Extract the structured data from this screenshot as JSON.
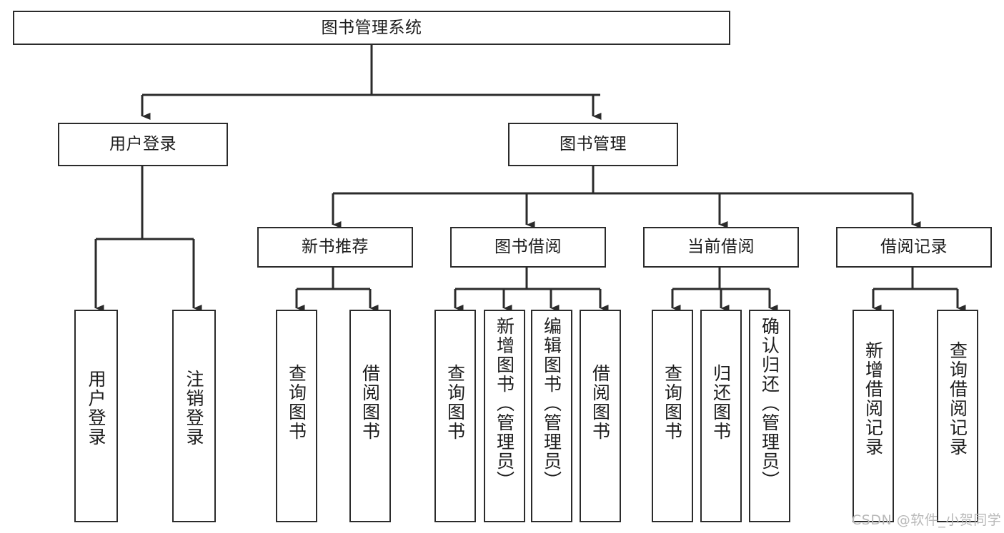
{
  "diagram": {
    "title": "图书管理系统",
    "type": "hierarchy-tree",
    "watermark": "CSDN @软件_小贺同学",
    "line_color": "#2b2b2b",
    "text_color": "#1d1d1d",
    "background_color": "#ffffff",
    "levels": [
      {
        "level": 1,
        "nodes": [
          {
            "id": "root",
            "label": "图书管理系统",
            "orientation": "horizontal"
          }
        ]
      },
      {
        "level": 2,
        "nodes": [
          {
            "id": "user-login",
            "label": "用户登录",
            "orientation": "horizontal",
            "parent": "root"
          },
          {
            "id": "book-manage",
            "label": "图书管理",
            "orientation": "horizontal",
            "parent": "root"
          }
        ]
      },
      {
        "level": 3,
        "nodes": [
          {
            "id": "new-book-recommend",
            "label": "新书推荐",
            "orientation": "horizontal",
            "parent": "book-manage"
          },
          {
            "id": "book-borrow",
            "label": "图书借阅",
            "orientation": "horizontal",
            "parent": "book-manage"
          },
          {
            "id": "current-borrow",
            "label": "当前借阅",
            "orientation": "horizontal",
            "parent": "book-manage"
          },
          {
            "id": "borrow-record",
            "label": "借阅记录",
            "orientation": "horizontal",
            "parent": "book-manage"
          }
        ]
      },
      {
        "level": 4,
        "nodes": [
          {
            "id": "leaf-user-login",
            "label": "用户登录",
            "orientation": "vertical",
            "parent": "user-login"
          },
          {
            "id": "leaf-logout-login",
            "label": "注销登录",
            "orientation": "vertical",
            "parent": "user-login"
          },
          {
            "id": "leaf-query-book-1",
            "label": "查询图书",
            "orientation": "vertical",
            "parent": "new-book-recommend"
          },
          {
            "id": "leaf-borrow-book-1",
            "label": "借阅图书",
            "orientation": "vertical",
            "parent": "new-book-recommend"
          },
          {
            "id": "leaf-query-book-2",
            "label": "查询图书",
            "orientation": "vertical",
            "parent": "book-borrow"
          },
          {
            "id": "leaf-add-book-admin",
            "label": "新增图书（管理员）",
            "orientation": "vertical",
            "parent": "book-borrow"
          },
          {
            "id": "leaf-edit-book-admin",
            "label": "编辑图书（管理员）",
            "orientation": "vertical",
            "parent": "book-borrow"
          },
          {
            "id": "leaf-borrow-book-2",
            "label": "借阅图书",
            "orientation": "vertical",
            "parent": "book-borrow"
          },
          {
            "id": "leaf-query-book-3",
            "label": "查询图书",
            "orientation": "vertical",
            "parent": "current-borrow"
          },
          {
            "id": "leaf-return-book",
            "label": "归还图书",
            "orientation": "vertical",
            "parent": "current-borrow"
          },
          {
            "id": "leaf-confirm-return-admin",
            "label": "确认归还（管理员）",
            "orientation": "vertical",
            "parent": "current-borrow"
          },
          {
            "id": "leaf-add-borrow-record",
            "label": "新增借阅记录",
            "orientation": "vertical",
            "parent": "borrow-record"
          },
          {
            "id": "leaf-query-borrow-record",
            "label": "查询借阅记录",
            "orientation": "vertical",
            "parent": "borrow-record"
          }
        ]
      }
    ]
  }
}
